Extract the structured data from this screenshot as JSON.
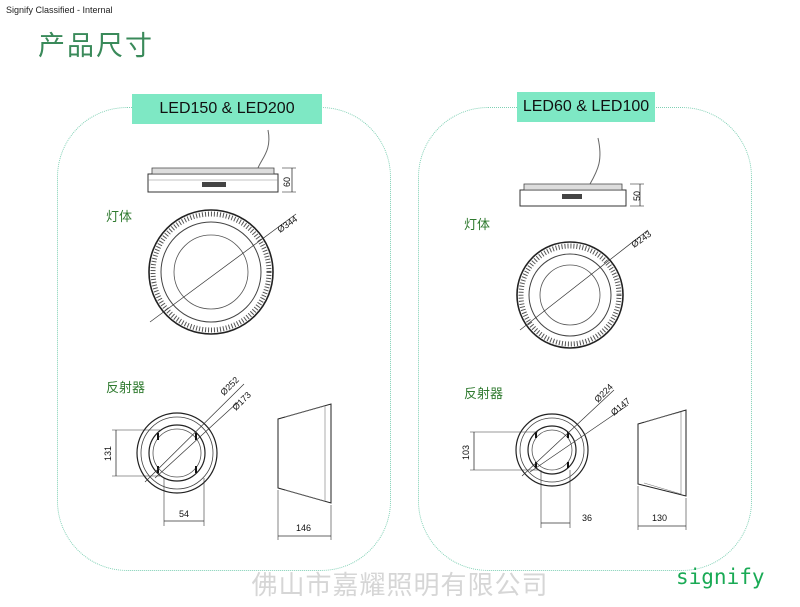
{
  "header": {
    "classified": "Signify Classified - Internal",
    "title": "产品尺寸"
  },
  "left_panel": {
    "tag": "LED150 & LED200",
    "section_body": "灯体",
    "section_reflector": "反射器",
    "dims": {
      "height": "60",
      "body_dia": "Ø344",
      "outer_dia": "Ø252",
      "inner_dia": "Ø173",
      "vert": "131",
      "bottom": "54",
      "side": "146"
    }
  },
  "right_panel": {
    "tag": "LED60 & LED100",
    "section_body": "灯体",
    "section_reflector": "反射器",
    "dims": {
      "height": "50",
      "body_dia": "Ø243",
      "outer_dia": "Ø224",
      "inner_dia": "Ø147",
      "vert": "103",
      "bottom": "36",
      "side": "130"
    }
  },
  "footer": {
    "watermark": "佛山市嘉耀照明有限公司",
    "logo": "signify"
  },
  "colors": {
    "accent": "#7ee8c4",
    "panel_border": "#7fd0b4",
    "brand": "#1aaa55"
  }
}
